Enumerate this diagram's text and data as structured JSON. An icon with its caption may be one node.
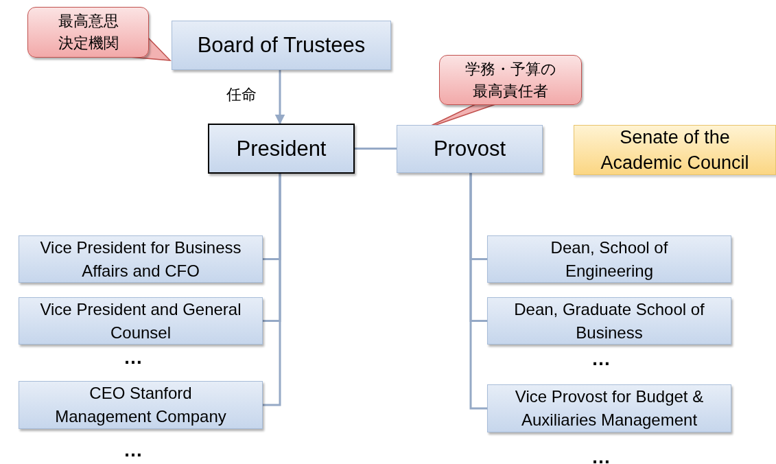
{
  "diagram": {
    "nodes": [
      {
        "text": [
          "最高意思決定機関"
        ]
      },
      {
        "text": [
          "Board of Trustees"
        ]
      },
      {
        "text": [
          "President"
        ]
      },
      {
        "text": [
          "Provost"
        ]
      },
      {
        "text": [
          "学務・予算の最高責任者"
        ]
      },
      {
        "text": [
          "Senate of the Academic Council"
        ]
      },
      {
        "text": [
          "Vice President for Business Affairs and CFO"
        ]
      },
      {
        "text": [
          "Vice President and General Counsel"
        ]
      },
      {
        "text": [
          "CEO Stanford Management Company"
        ]
      },
      {
        "text": [
          "Dean, School of Engineering"
        ]
      },
      {
        "text": [
          "Dean, Graduate School of Business"
        ]
      },
      {
        "text": [
          "Vice Provost for Budget & Auxiliaries Management"
        ]
      }
    ],
    "edges": [
      {
        "from": 0,
        "to": 1,
        "arrow": "none"
      },
      {
        "from": 4,
        "to": 3,
        "arrow": "none"
      },
      {
        "from": 1,
        "to": 2,
        "arrow": "to",
        "label": "任命"
      },
      {
        "from": 2,
        "to": 3,
        "arrow": "none"
      },
      {
        "from": 2,
        "to": 6,
        "arrow": "none"
      },
      {
        "from": 2,
        "to": 7,
        "arrow": "none"
      },
      {
        "from": 2,
        "to": 8,
        "arrow": "none"
      },
      {
        "from": 3,
        "to": 9,
        "arrow": "none"
      },
      {
        "from": 3,
        "to": 10,
        "arrow": "none"
      },
      {
        "from": 3,
        "to": 11,
        "arrow": "none"
      }
    ],
    "labels": [
      "…",
      "…",
      "…",
      "…"
    ]
  }
}
